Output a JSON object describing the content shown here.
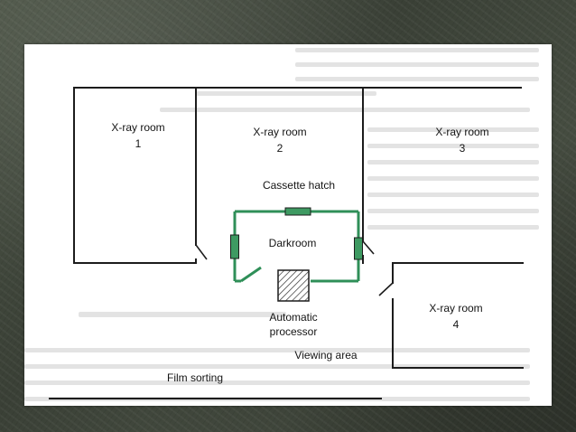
{
  "diagram": {
    "rooms": {
      "room1": {
        "name": "X-ray room",
        "number": "1"
      },
      "room2": {
        "name": "X-ray room",
        "number": "2"
      },
      "room3": {
        "name": "X-ray room",
        "number": "3"
      },
      "room4": {
        "name": "X-ray room",
        "number": "4"
      }
    },
    "labels": {
      "cassette_hatch": "Cassette hatch",
      "darkroom": "Darkroom",
      "processor_line1": "Automatic",
      "processor_line2": "processor",
      "viewing_area": "Viewing area",
      "film_sorting": "Film sorting"
    },
    "colors": {
      "darkroom_wall": "#2f8f58",
      "hatch_fill": "#3e9a62",
      "wall": "#1c1c1c",
      "processor": "#333333"
    }
  }
}
